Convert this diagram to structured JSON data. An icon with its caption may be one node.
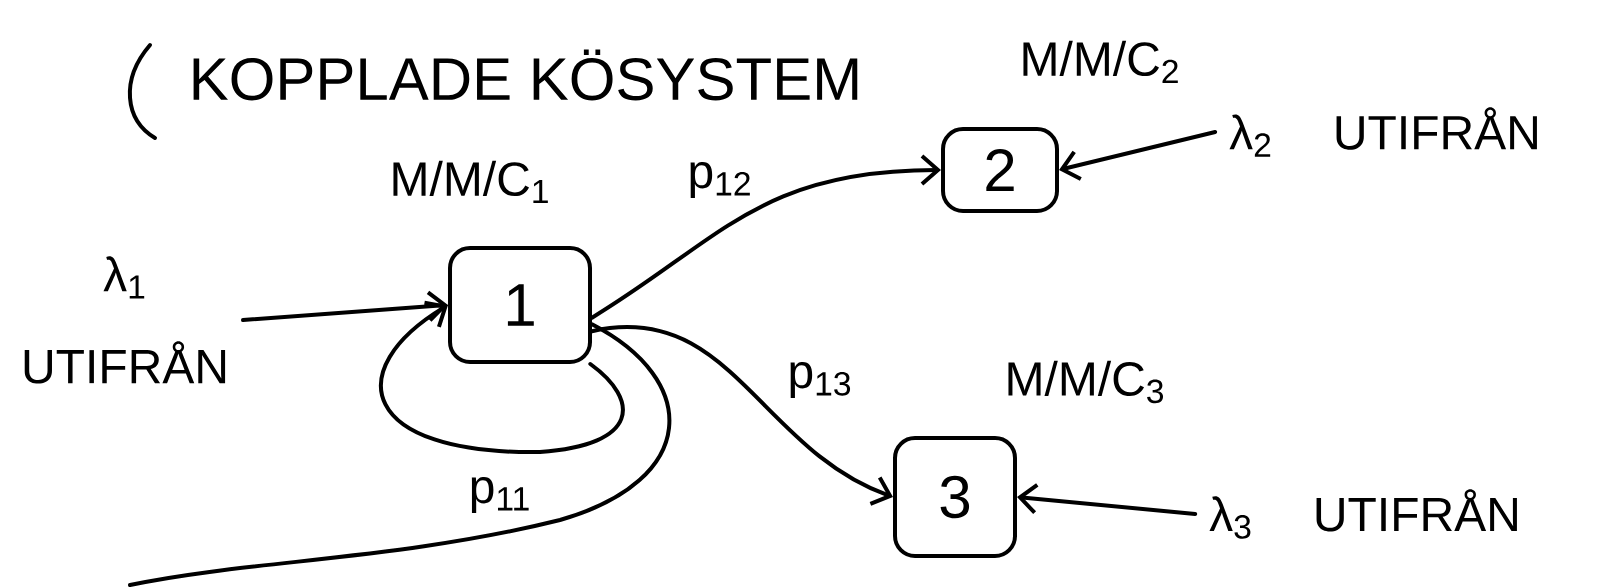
{
  "diagram": {
    "title": "KOPPLADE KÖSYSTEM",
    "nodes": [
      {
        "text": [
          "1"
        ],
        "beside": [
          "M/M/C$_{1}$"
        ]
      },
      {
        "text": [
          "2"
        ],
        "beside": [
          "M/M/C$_{2}$"
        ]
      },
      {
        "text": [
          "3"
        ],
        "beside": [
          "M/M/C$_{3}$"
        ]
      },
      {
        "text": [
          "λ$_{1}$",
          "UTIFRÅN"
        ]
      },
      {
        "text": [
          "λ$_{2}$",
          "UTIFRÅN"
        ]
      },
      {
        "text": [
          "λ$_{3}$",
          "UTIFRÅN"
        ]
      }
    ],
    "edges": [
      {
        "from": 3,
        "to": 0,
        "arrow": "to"
      },
      {
        "from": 0,
        "to": 1,
        "arrow": "to",
        "label": "p$_{12}$"
      },
      {
        "from": 0,
        "to": 2,
        "arrow": "to",
        "label": "p$_{13}$"
      },
      {
        "from": 0,
        "to": 0,
        "arrow": "to",
        "label": "p$_{11}$"
      },
      {
        "from": 0,
        "to": null,
        "arrow": "none"
      },
      {
        "from": 4,
        "to": 1,
        "arrow": "to"
      },
      {
        "from": 5,
        "to": 2,
        "arrow": "to"
      }
    ]
  }
}
